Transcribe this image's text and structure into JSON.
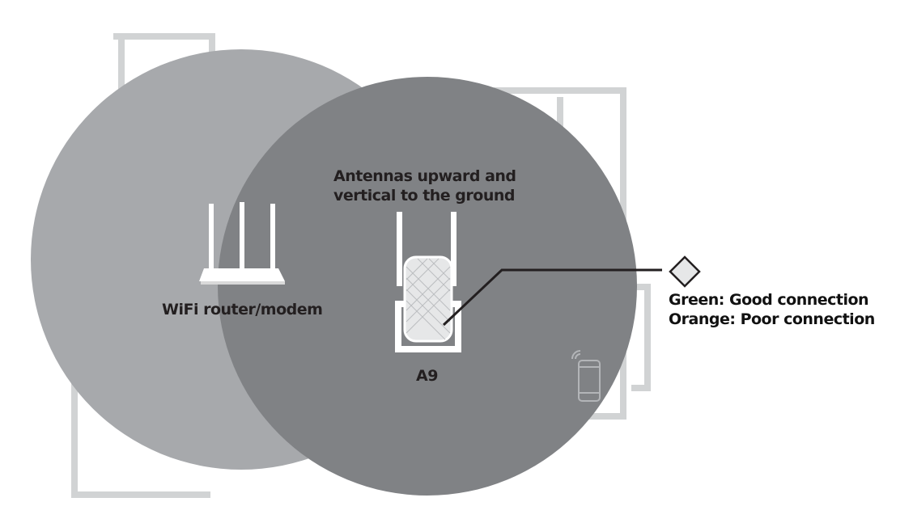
{
  "labels": {
    "antenna_line1": "Antennas upward and",
    "antenna_line2": "vertical to the ground",
    "router": "WiFi router/modem",
    "extender": "A9",
    "led_green": "Green: Good connection",
    "led_orange": "Orange: Poor connection"
  },
  "colors": {
    "router_coverage": "#a7a9ac",
    "extender_coverage": "#808285",
    "text": "#231f20",
    "wall": "#d1d3d4",
    "led_indicator": "#e6e7e8"
  },
  "icons": {
    "router": "router-icon",
    "extender": "extender-icon",
    "phone": "smartphone-wifi-icon",
    "led": "led-diamond-icon"
  }
}
